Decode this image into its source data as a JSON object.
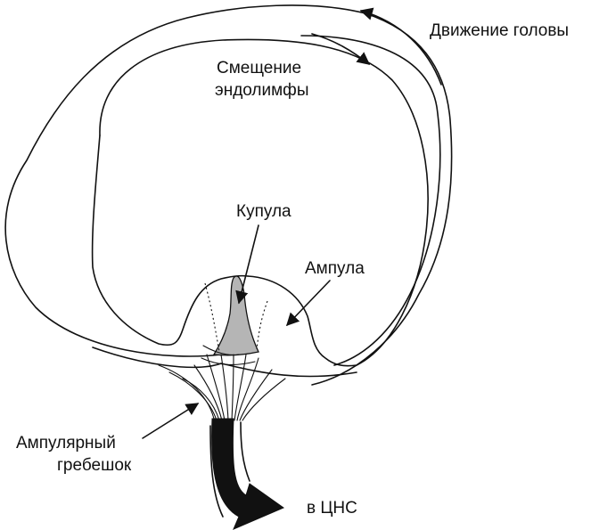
{
  "labels": {
    "head_movement": "Движение головы",
    "endolymph_line1": "Смещение",
    "endolymph_line2": "эндолимфы",
    "cupula": "Купула",
    "ampulla": "Ампула",
    "crista_line1": "Ампулярный",
    "crista_line2": "гребешок",
    "to_cns": "в ЦНС"
  },
  "colors": {
    "ink": "#111111",
    "cupula_fill": "#b5b5b5",
    "background": "#ffffff"
  }
}
